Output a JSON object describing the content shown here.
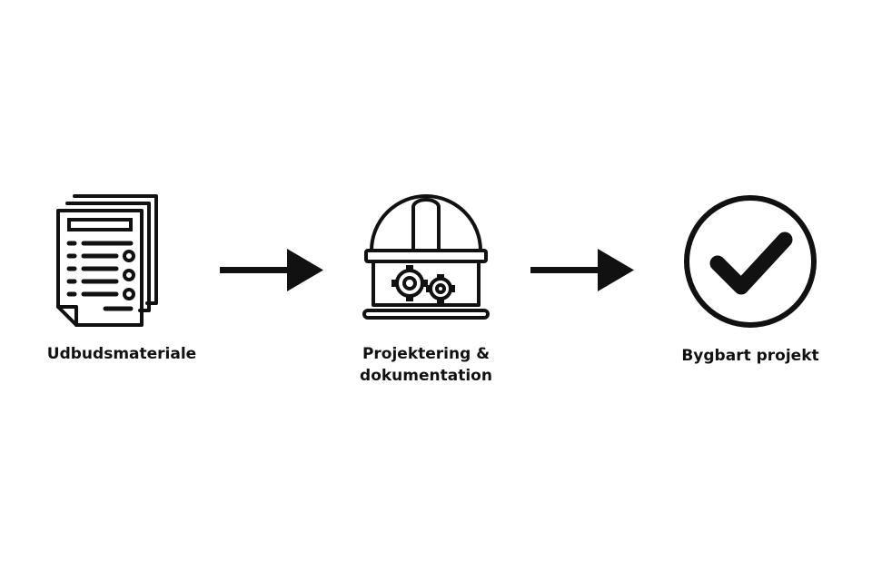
{
  "steps": [
    {
      "label": "Udbudsmateriale",
      "icon": "documents-list-icon"
    },
    {
      "label_line1": "Projektering &",
      "label_line2": "dokumentation",
      "icon": "engineering-helmet-gears-icon"
    },
    {
      "label": "Bygbart projekt",
      "icon": "checkmark-circle-icon"
    }
  ],
  "colors": {
    "ink": "#111111",
    "background": "#ffffff"
  }
}
